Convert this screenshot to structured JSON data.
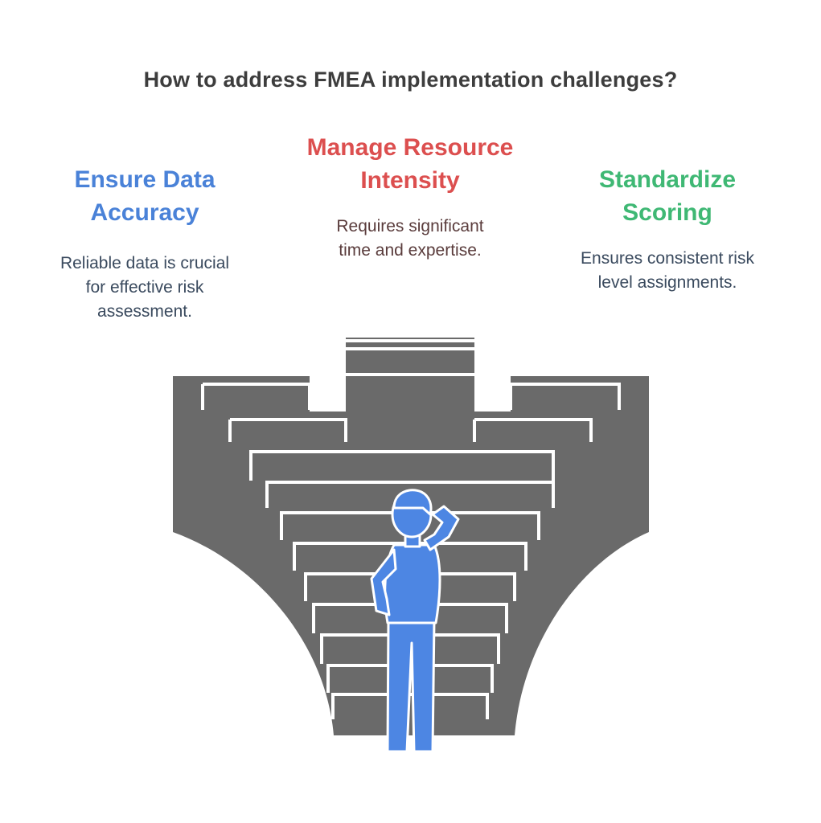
{
  "title": "How to address FMEA implementation challenges?",
  "options": [
    {
      "heading_lines": [
        "Ensure Data",
        "Accuracy"
      ],
      "desc_lines": [
        "Reliable data is crucial",
        "for effective risk",
        "assessment."
      ],
      "color": "#4a82d8"
    },
    {
      "heading_lines": [
        "Manage Resource",
        "Intensity"
      ],
      "desc_lines": [
        "Requires significant",
        "time and expertise."
      ],
      "color": "#dc4f4f"
    },
    {
      "heading_lines": [
        "Standardize",
        "Scoring"
      ],
      "desc_lines": [
        "Ensures consistent risk",
        "level assignments."
      ],
      "color": "#3fb874"
    }
  ],
  "colors": {
    "stairs": "#6a6a6a",
    "step_face": "#ffffff",
    "person": "#4d86e3",
    "person_outline": "#ffffff"
  },
  "illustration": {
    "subject": "person-looking-at-branching-staircase",
    "icon": "person-scratching-head-icon"
  }
}
